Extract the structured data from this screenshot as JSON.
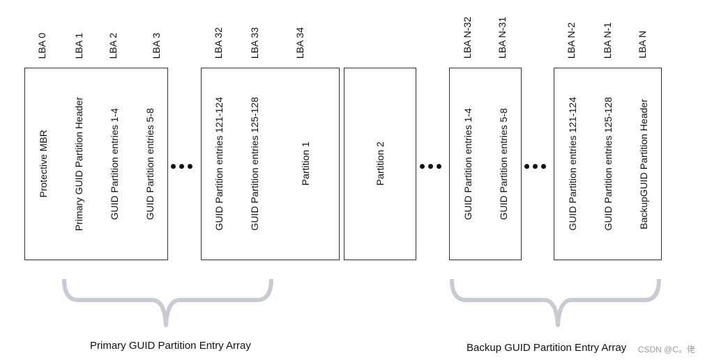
{
  "lba_labels": [
    "LBA 0",
    "LBA 1",
    "LBA 2",
    "LBA 3",
    "LBA 32",
    "LBA 33",
    "LBA 34",
    "LBA N-32",
    "LBA N-31",
    "LBA N-2",
    "LBA N-1",
    "LBA N"
  ],
  "cells": [
    "Protective MBR",
    "Primary GUID Partition Header",
    "GUID Partition entries 1-4",
    "GUID Partition entries 5-8",
    "GUID Partition entries 121-124",
    "GUID Partition entries 125-128",
    "Partition 1",
    "Partition 2",
    "GUID Partition entries 1-4",
    "GUID Partition entries 5-8",
    "GUID Partition entries 121-124",
    "GUID Partition entries 125-128",
    "BackupGUID Partition Header"
  ],
  "captions": {
    "primary": "Primary GUID Partition Entry Array",
    "backup": "Backup GUID Partition Entry Array"
  },
  "watermark": "CSDN @C。佬"
}
